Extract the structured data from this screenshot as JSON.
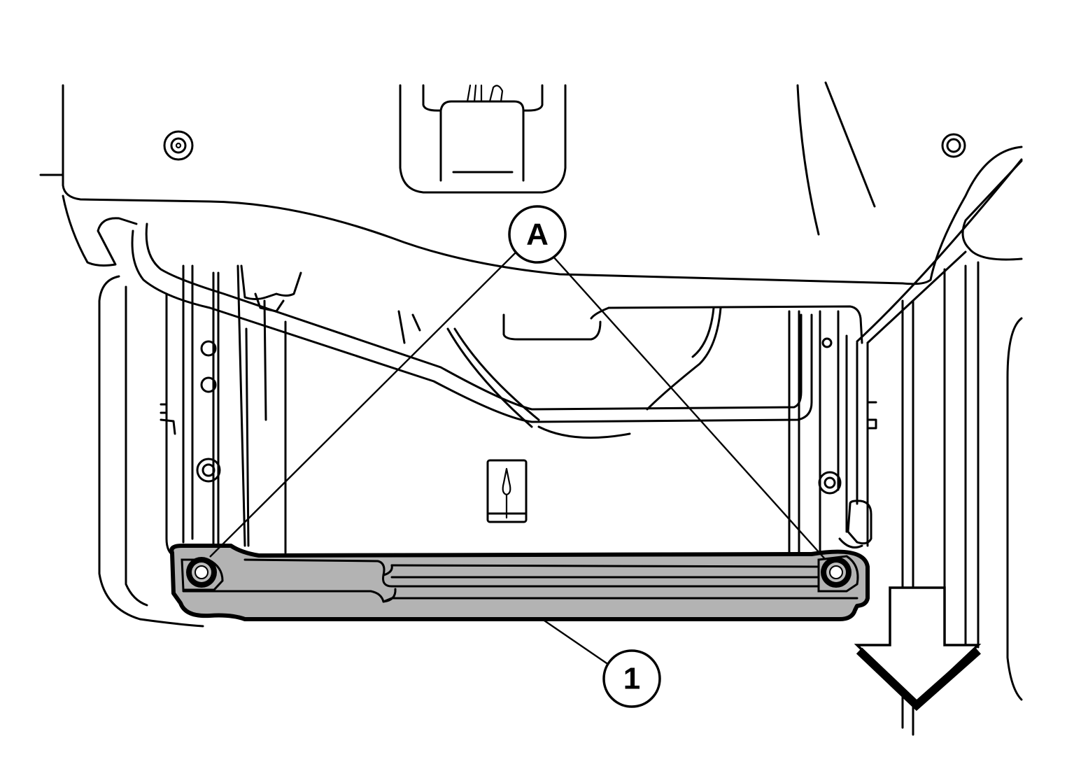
{
  "diagram": {
    "callouts": [
      {
        "id": "A",
        "label": "A"
      },
      {
        "id": "1",
        "label": "1"
      }
    ],
    "colors": {
      "line": "#000000",
      "background": "#ffffff",
      "highlighted_part": "#b3b3b3"
    },
    "direction_arrow": "down-arrow-icon"
  }
}
